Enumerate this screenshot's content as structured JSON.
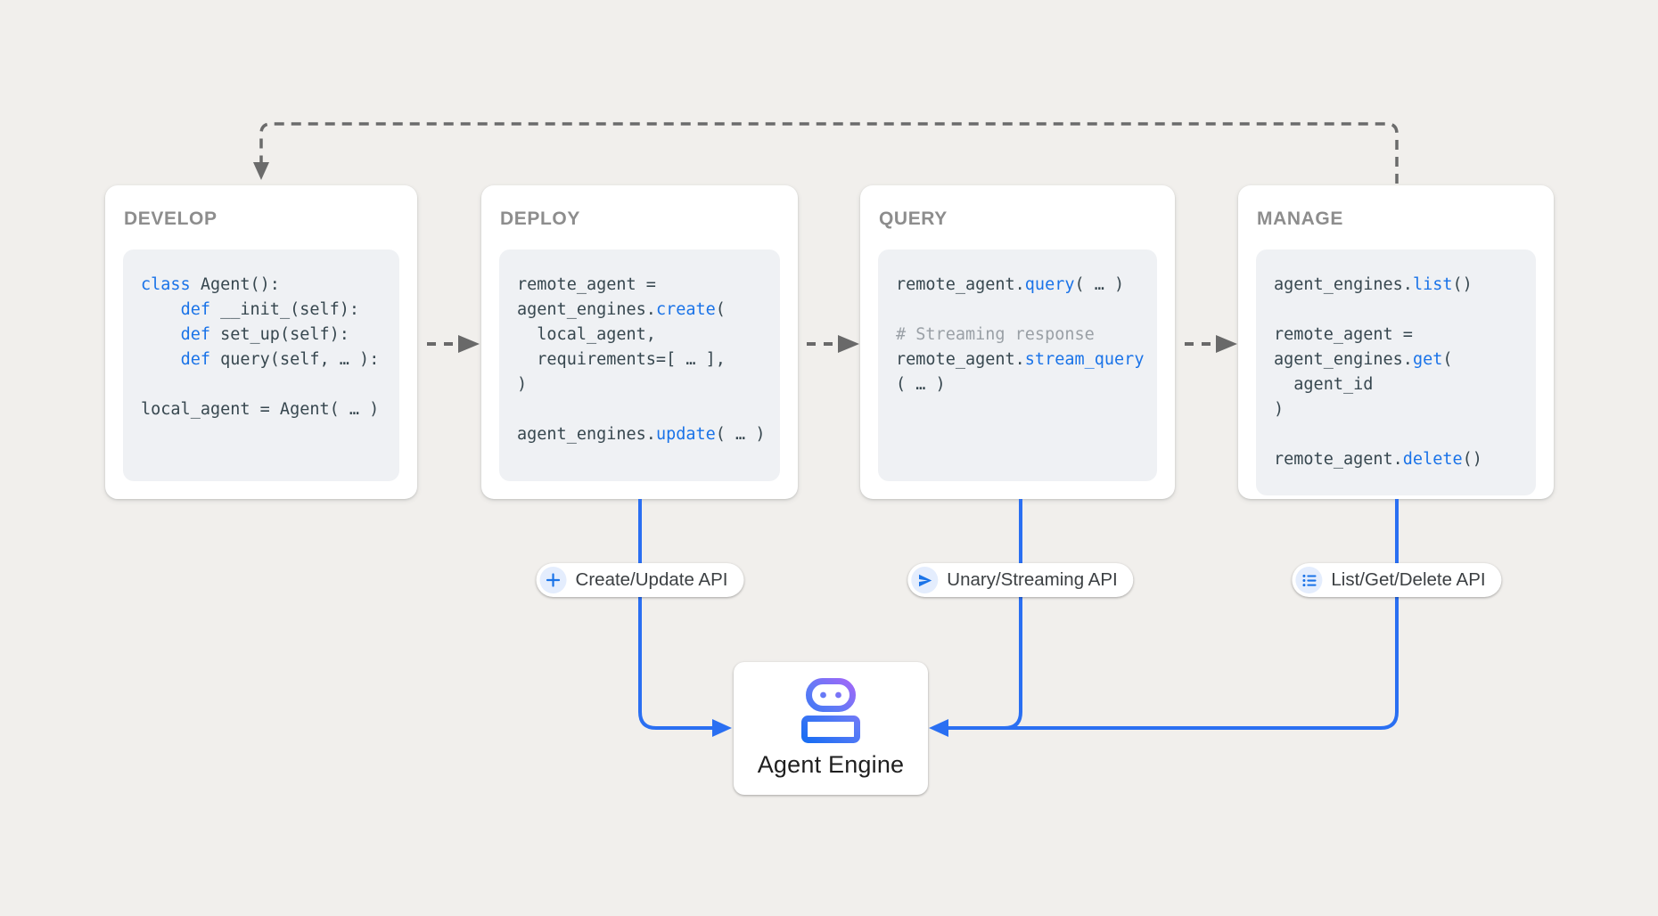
{
  "colors": {
    "background": "#f1efec",
    "accent_blue": "#1a73e8",
    "connector_blue": "#2a6ff2",
    "dashed_gray": "#6b6b6b",
    "code_text": "#37474f",
    "comment_gray": "#9aa0a6",
    "card_title_gray": "#8d8d8d",
    "robot_gradient_start": "#1b6ef3",
    "robot_gradient_end": "#a466f8"
  },
  "cards": [
    {
      "title": "DEVELOP",
      "code": [
        [
          {
            "t": "class",
            "c": "kw"
          },
          {
            "t": " Agent():",
            "c": "p"
          }
        ],
        [
          {
            "t": "    ",
            "c": "p"
          },
          {
            "t": "def",
            "c": "kw"
          },
          {
            "t": " __init_(self):",
            "c": "p"
          }
        ],
        [
          {
            "t": "    ",
            "c": "p"
          },
          {
            "t": "def",
            "c": "kw"
          },
          {
            "t": " set_up(self):",
            "c": "p"
          }
        ],
        [
          {
            "t": "    ",
            "c": "p"
          },
          {
            "t": "def",
            "c": "kw"
          },
          {
            "t": " query(self, … ):",
            "c": "p"
          }
        ],
        [],
        [
          {
            "t": "local_agent = Agent( … )",
            "c": "p"
          }
        ]
      ]
    },
    {
      "title": "DEPLOY",
      "code": [
        [
          {
            "t": "remote_agent =",
            "c": "p"
          }
        ],
        [
          {
            "t": "agent_engines.",
            "c": "p"
          },
          {
            "t": "create",
            "c": "kw"
          },
          {
            "t": "(",
            "c": "p"
          }
        ],
        [
          {
            "t": "  local_agent,",
            "c": "p"
          }
        ],
        [
          {
            "t": "  requirements=[ … ],",
            "c": "p"
          }
        ],
        [
          {
            "t": ")",
            "c": "p"
          }
        ],
        [],
        [
          {
            "t": "agent_engines.",
            "c": "p"
          },
          {
            "t": "update",
            "c": "kw"
          },
          {
            "t": "( … )",
            "c": "p"
          }
        ]
      ]
    },
    {
      "title": "QUERY",
      "code": [
        [
          {
            "t": "remote_agent.",
            "c": "p"
          },
          {
            "t": "query",
            "c": "kw"
          },
          {
            "t": "( … )",
            "c": "p"
          }
        ],
        [],
        [
          {
            "t": "# Streaming response",
            "c": "cm"
          }
        ],
        [
          {
            "t": "remote_agent.",
            "c": "p"
          },
          {
            "t": "stream_query",
            "c": "kw"
          }
        ],
        [
          {
            "t": "( … )",
            "c": "p"
          }
        ]
      ]
    },
    {
      "title": "MANAGE",
      "code": [
        [
          {
            "t": "agent_engines.",
            "c": "p"
          },
          {
            "t": "list",
            "c": "kw"
          },
          {
            "t": "()",
            "c": "p"
          }
        ],
        [],
        [
          {
            "t": "remote_agent =",
            "c": "p"
          }
        ],
        [
          {
            "t": "agent_engines.",
            "c": "p"
          },
          {
            "t": "get",
            "c": "kw"
          },
          {
            "t": "(",
            "c": "p"
          }
        ],
        [
          {
            "t": "  agent_id",
            "c": "p"
          }
        ],
        [
          {
            "t": ")",
            "c": "p"
          }
        ],
        [],
        [
          {
            "t": "remote_agent.",
            "c": "p"
          },
          {
            "t": "delete",
            "c": "kw"
          },
          {
            "t": "()",
            "c": "p"
          }
        ]
      ]
    }
  ],
  "pills": [
    {
      "icon": "plus-icon",
      "label": "Create/Update API"
    },
    {
      "icon": "send-icon",
      "label": "Unary/Streaming API"
    },
    {
      "icon": "list-icon",
      "label": "List/Get/Delete API"
    }
  ],
  "engine": {
    "label": "Agent Engine",
    "icon": "robot-icon"
  }
}
